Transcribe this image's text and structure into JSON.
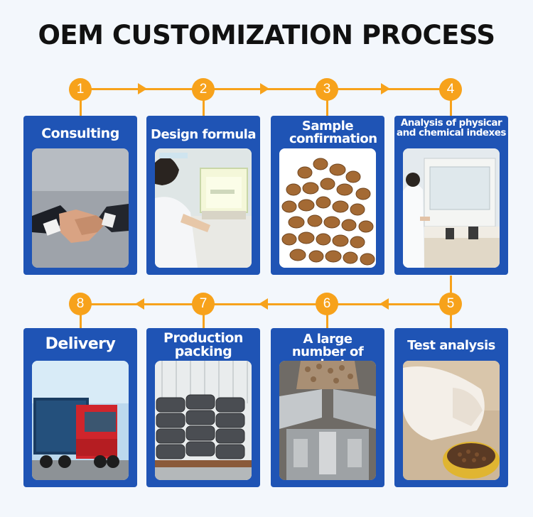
{
  "title": "OEM CUSTOMIZATION PROCESS",
  "accent_color": "#f7a21b",
  "card_color": "#1f54b5",
  "steps": [
    {
      "number": "1",
      "label": "Consulting",
      "photo": "handshake-photo"
    },
    {
      "number": "2",
      "label": "Design formula",
      "photo": "lab-balance-photo"
    },
    {
      "number": "3",
      "label": "Sample confirmation",
      "photo": "kibble-photo"
    },
    {
      "number": "4",
      "label": "Analysis of physicar and chemical indexes",
      "photo": "laboratory-photo"
    },
    {
      "number": "5",
      "label": "Test analysis",
      "photo": "cat-eating-photo"
    },
    {
      "number": "6",
      "label": "A large number of producton",
      "photo": "production-machine-photo"
    },
    {
      "number": "7",
      "label": "Production packing",
      "photo": "warehouse-bags-photo"
    },
    {
      "number": "8",
      "label": "Delivery",
      "photo": "truck-photo"
    }
  ]
}
